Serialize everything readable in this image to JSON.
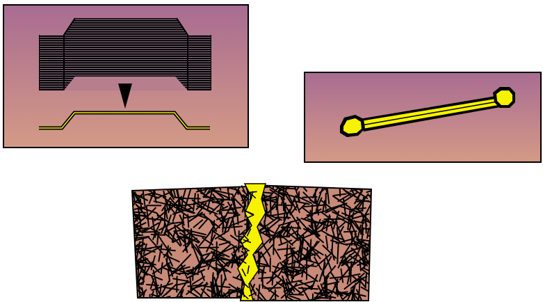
{
  "panels": [
    {
      "id": "stacked-layers-panel",
      "description_label": ""
    },
    {
      "id": "strip-panel",
      "description_label": ""
    },
    {
      "id": "fracture-panel",
      "description_label": ""
    }
  ],
  "colors": {
    "gradient_top": "#a86c92",
    "gradient_bottom": "#d49a86",
    "outline": "#000000",
    "highlight_yellow": "#f6f200",
    "fiber_block_fill": "#c98a78",
    "fiber_stroke": "#000000",
    "background": "#ffffff"
  },
  "icons": [
    "arrow-down-icon",
    "dogbone-strip-icon",
    "fiber-composite-icon",
    "crack-icon"
  ]
}
